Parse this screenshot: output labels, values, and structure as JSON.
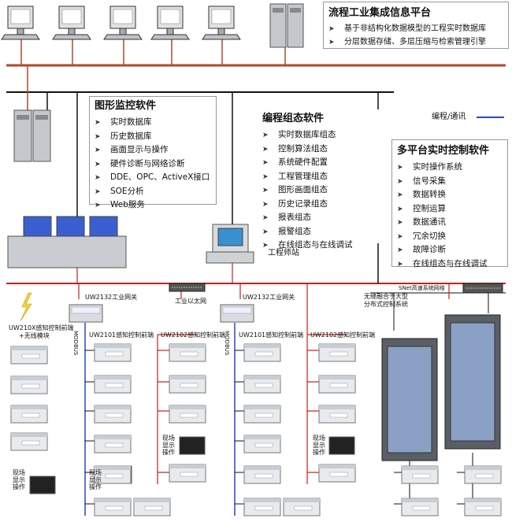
{
  "platform": {
    "title": "流程工业集成信息平台",
    "items": [
      "基于非结构化数据模型的工程实时数据库",
      "分层数据存储、多层压缩与检索管理引擎"
    ]
  },
  "monitor": {
    "title": "图形监控软件",
    "items": [
      "实时数据库",
      "历史数据库",
      "画面显示与操作",
      "硬件诊断与网络诊断",
      "DDE、OPC、ActiveX接口",
      "SOE分析",
      "Web服务"
    ]
  },
  "config": {
    "title": "编程组态软件",
    "items": [
      "实时数据库组态",
      "控制算法组态",
      "系统硬件配置",
      "工程管理组态",
      "图形画面组态",
      "历史记录组态",
      "报表组态",
      "报警组态",
      "在线组态与在线调试"
    ]
  },
  "control": {
    "title": "多平台实时控制软件",
    "items": [
      "实时操作系统",
      "信号采集",
      "数据转换",
      "控制运算",
      "数据通讯",
      "冗余切换",
      "故障诊断",
      "在线组态与在线调试"
    ]
  },
  "legend": {
    "label": "编程/通讯",
    "color": "#2b45c8"
  },
  "labels": {
    "engineer": "工程师站",
    "ethernet": "工业以太网",
    "gateway1": "UW2132工业网关",
    "gateway2": "UW2132工业网关",
    "wireless": "UW210X感知控制前端",
    "wireless2": "+无线模块",
    "f2101a": "UW2101感知控制前端",
    "f2102a": "UW2102感知控制前端",
    "f2101b": "UW2101感知控制前端",
    "f2102b": "UW2102感知控制前端",
    "modbus1": "MODBUS",
    "modbus2": "MODBUS",
    "snet": "SNet高速系统网络",
    "cabinet1": "无缝融合于大型",
    "cabinet2": "分布式控制系统",
    "field": "现场",
    "display": "显示",
    "operate": "操作"
  },
  "colors": {
    "bus": "#b0492a",
    "redline": "#c81e1e",
    "black": "#111111"
  }
}
